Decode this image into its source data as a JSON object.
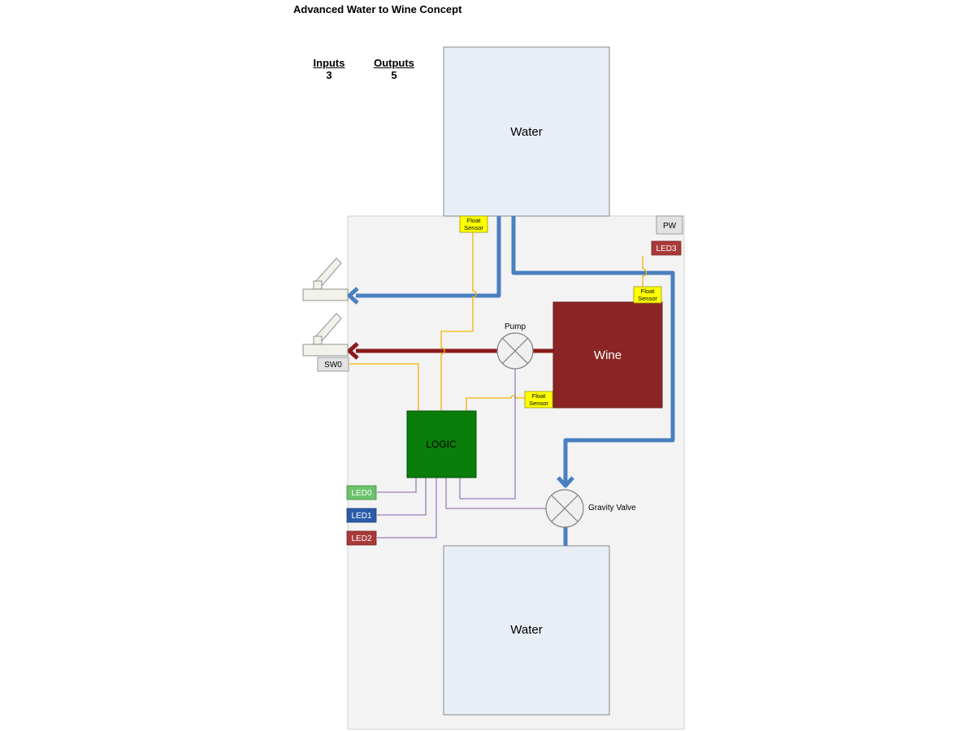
{
  "title": "Advanced Water to Wine Concept",
  "inputs": {
    "label": "Inputs",
    "value": "3"
  },
  "outputs": {
    "label": "Outputs",
    "value": "5"
  },
  "tanks": {
    "top_water": "Water",
    "bottom_water": "Water",
    "wine": "Wine"
  },
  "logic": "LOGIC",
  "components": {
    "pump": "Pump",
    "gravity_valve": "Gravity Valve",
    "float_sensor_line1": "Float",
    "float_sensor_line2": "Sensor"
  },
  "buttons": {
    "pw": "PW",
    "sw0": "SW0"
  },
  "leds": {
    "led0": "LED0",
    "led1": "LED1",
    "led2": "LED2",
    "led3": "LED3"
  },
  "colors": {
    "water_pipe": "#4a7fc1",
    "wine_pipe": "#8b1a1a",
    "signal_yellow": "#f0b400",
    "signal_purple": "#9b7fb8",
    "logic_green": "#0a7d0a",
    "wine_red": "#8b2525",
    "tank_fill": "#e8eef6",
    "panel_fill": "#f3f3f3",
    "sensor_yellow": "#ffff00",
    "led0": "#6cc26c",
    "led1": "#2a5ca8",
    "led2": "#a83a3a",
    "led3": "#a83a3a"
  }
}
